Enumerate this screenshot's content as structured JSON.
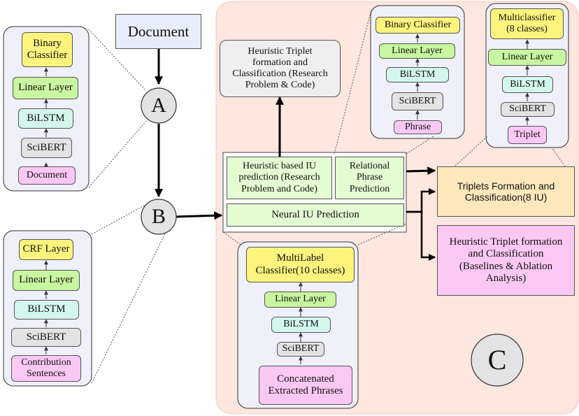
{
  "colors": {
    "region_c": "#fde7df",
    "panel": "#f0f0fb",
    "yellow": "#fdf47e",
    "green": "#c9f6a0",
    "lightgreen": "#e4fcd1",
    "teal": "#d3f7ed",
    "gray": "#e3e3e3",
    "pink": "#fbc8f4",
    "orange": "#fde8bc",
    "heuristic_gray": "#efefef",
    "document_blue": "#e6eefc"
  },
  "document": "Document",
  "nodes": {
    "a": "A",
    "b": "B",
    "c": "C"
  },
  "panel_a": {
    "classifier": "Binary\nClassifier",
    "linear": "Linear Layer",
    "bilstm": "BiLSTM",
    "scibert": "SciBERT",
    "input": "Document"
  },
  "panel_b": {
    "classifier": "CRF Layer",
    "linear": "Linear Layer",
    "bilstm": "BiLSTM",
    "scibert": "SciBERT",
    "input": "Contribution\nSentences"
  },
  "panel_phrase": {
    "classifier": "Binary Classifier",
    "linear": "Linear Layer",
    "bilstm": "BiLSTM",
    "scibert": "SciBERT",
    "input": "Phrase"
  },
  "panel_triplet": {
    "classifier": "Multiclassifier\n(8 classes)",
    "linear": "Linear  Layer",
    "bilstm": "BiLSTM",
    "scibert": "SciBERT",
    "input": "Triplet"
  },
  "panel_iu": {
    "classifier": "MultiLabel\nClassifier(10 classes)",
    "linear": "Linear Layer",
    "bilstm": "BiLSTM",
    "scibert": "SciBERT",
    "input": "Concatenated\nExtracted Phrases"
  },
  "stage_c": {
    "heuristic_top": "Heuristic Triplet\nformation and\nClassification (Research\nProblem & Code)",
    "heuristic_iu": "Heuristic based IU\nprediction (Research\nProblem and Code)",
    "relational": "Relational\nPhrase\nPrediction",
    "neural_iu": "Neural IU Prediction",
    "triplets": "Triplets Formation and\nClassification(8 IU)",
    "baselines": "Heuristic Triplet formation\nand Classification\n(Baselines & Ablation\nAnalysis)"
  }
}
